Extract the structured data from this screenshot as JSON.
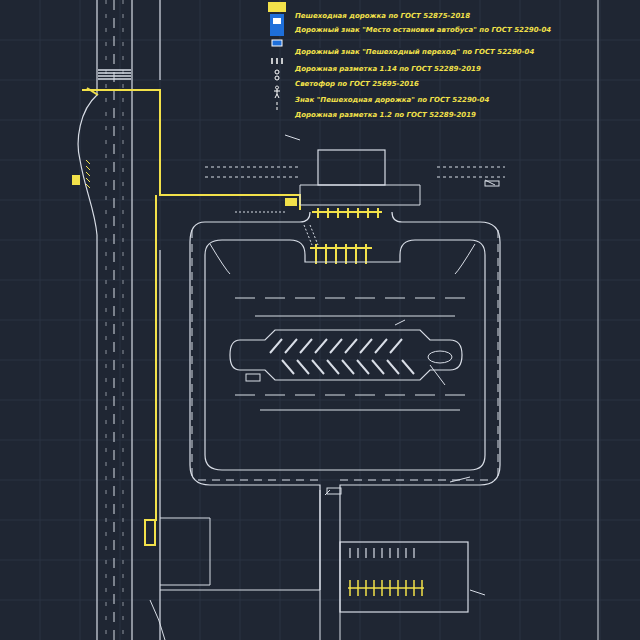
{
  "diagram": {
    "legend": [
      {
        "text": "Пешеходная дорожка по ГОСТ 52875-2018",
        "color": "#f2e14a"
      },
      {
        "text": "Дорожный знак \"Место остановки автобуса\" по ГОСТ 52290-04"
      },
      {
        "text": "Дорожный знак \"Пешеходный переход\" по ГОСТ 52290-04"
      },
      {
        "text": "Дорожная разметка 1.14 по ГОСТ 52289-2019"
      },
      {
        "text": "Светофор по ГОСТ 25695-2016"
      },
      {
        "text": "Знак \"Пешеходная дорожка\" по ГОСТ 52290-04"
      },
      {
        "text": "Дорожная разметка 1.2 по ГОСТ 52289-2019"
      }
    ]
  }
}
